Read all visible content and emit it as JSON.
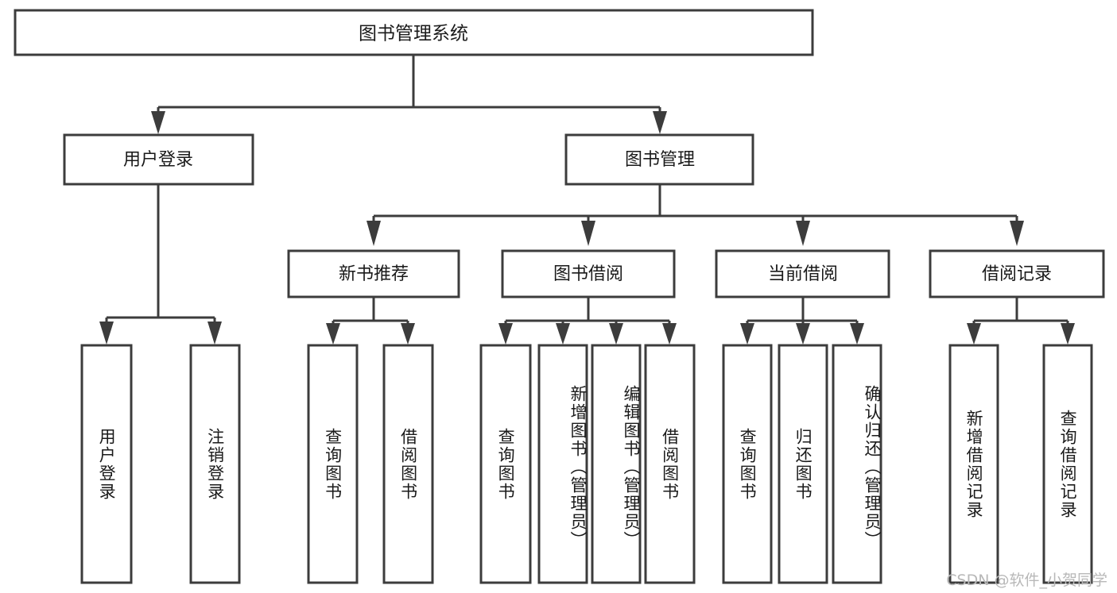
{
  "diagram": {
    "title": "图书管理系统",
    "type": "tree-hierarchy-diagram",
    "root": {
      "id": "root",
      "label": "图书管理系统"
    },
    "level2": [
      {
        "id": "user-login",
        "label": "用户登录"
      },
      {
        "id": "book-management",
        "label": "图书管理"
      }
    ],
    "level3": [
      {
        "id": "new-book-recommend",
        "label": "新书推荐",
        "parent": "book-management"
      },
      {
        "id": "book-borrow",
        "label": "图书借阅",
        "parent": "book-management"
      },
      {
        "id": "current-borrow",
        "label": "当前借阅",
        "parent": "book-management"
      },
      {
        "id": "borrow-record",
        "label": "借阅记录",
        "parent": "book-management"
      }
    ],
    "leaves": [
      {
        "id": "leaf-user-login",
        "label": "用户登录",
        "parent": "user-login"
      },
      {
        "id": "leaf-logout-login",
        "label": "注销登录",
        "parent": "user-login"
      },
      {
        "id": "leaf-query-book-1",
        "label": "查询图书",
        "parent": "new-book-recommend"
      },
      {
        "id": "leaf-borrow-book-1",
        "label": "借阅图书",
        "parent": "new-book-recommend"
      },
      {
        "id": "leaf-query-book-2",
        "label": "查询图书",
        "parent": "book-borrow"
      },
      {
        "id": "leaf-add-book",
        "label": "新增图书（管理员）",
        "parent": "book-borrow"
      },
      {
        "id": "leaf-edit-book",
        "label": "编辑图书（管理员）",
        "parent": "book-borrow"
      },
      {
        "id": "leaf-borrow-book-2",
        "label": "借阅图书",
        "parent": "book-borrow"
      },
      {
        "id": "leaf-query-book-3",
        "label": "查询图书",
        "parent": "current-borrow"
      },
      {
        "id": "leaf-return-book",
        "label": "归还图书",
        "parent": "current-borrow"
      },
      {
        "id": "leaf-confirm-return",
        "label": "确认归还（管理员）",
        "parent": "current-borrow"
      },
      {
        "id": "leaf-add-record",
        "label": "新增借阅记录",
        "parent": "borrow-record"
      },
      {
        "id": "leaf-query-record",
        "label": "查询借阅记录",
        "parent": "borrow-record"
      }
    ],
    "watermark": "CSDN @软件_小贺同学",
    "colors": {
      "stroke": "#3c3c3c",
      "box_fill": "#ffffff",
      "text": "#1a1a1a",
      "background": "#ffffff",
      "watermark": "#b8b8b8"
    }
  }
}
